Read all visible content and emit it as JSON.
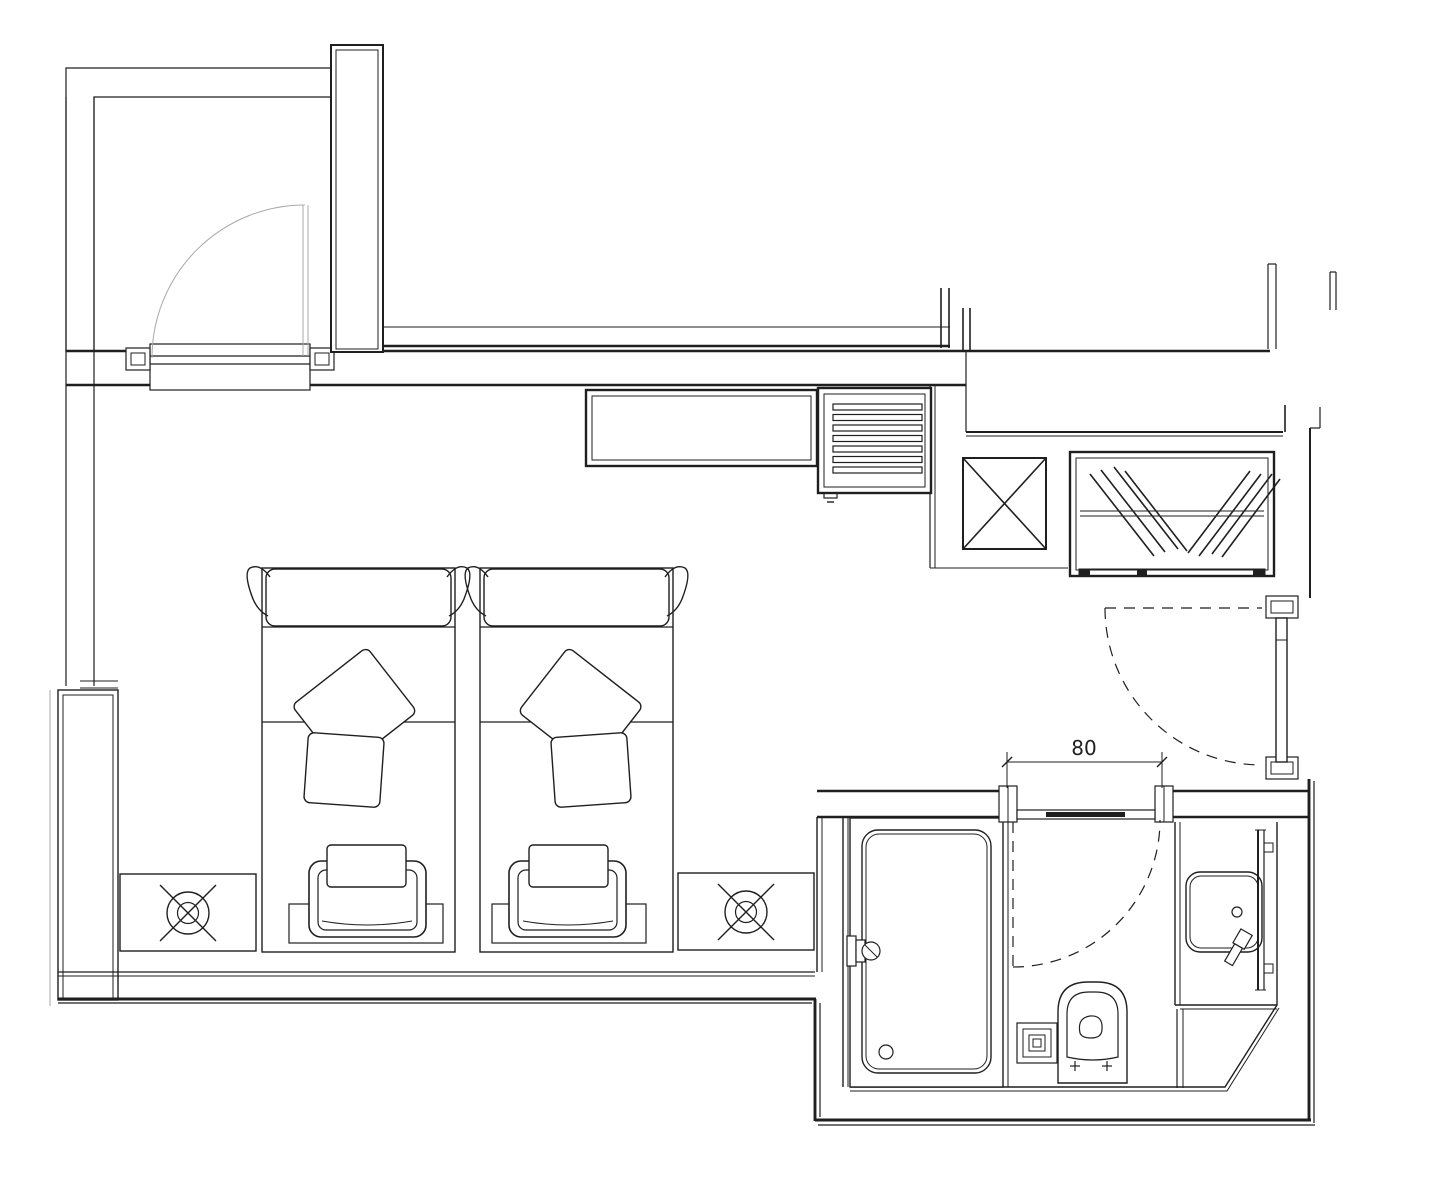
{
  "plan": {
    "dimension_label": "80",
    "colors": {
      "ink": "#1f1f1f",
      "light": "#a8a8a8",
      "paper": "#ffffff"
    },
    "legend": {
      "drawing_type": "floor-plan",
      "rooms": [
        "bedroom",
        "bathroom",
        "entry-vestibule",
        "hallway"
      ],
      "fixtures": [
        "twin-bed-left",
        "twin-bed-right",
        "foot-chair-left",
        "foot-chair-right",
        "nightstand-left",
        "nightstand-right",
        "ceiling-fixture-symbol",
        "console-cabinet",
        "louvered-minibar-cabinet",
        "duct-shaft",
        "sliding-wardrobe",
        "bathtub",
        "tub-faucet",
        "floor-drain",
        "toilet",
        "vanity-counter",
        "sink",
        "sink-faucet",
        "mirror",
        "vestibule-door",
        "entry-door",
        "bathroom-door"
      ]
    }
  }
}
